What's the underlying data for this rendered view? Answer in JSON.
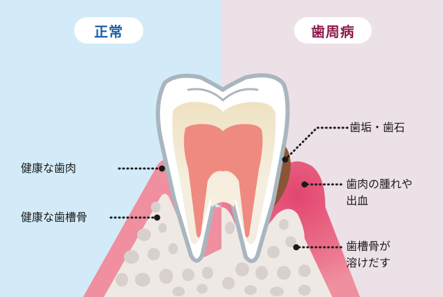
{
  "panels": {
    "normal": {
      "title": "正常",
      "background": "#d3ebf8",
      "title_color": "#1a5ea8"
    },
    "disease": {
      "title": "歯周病",
      "background": "#ede1e8",
      "title_color": "#8c1a4d"
    }
  },
  "labels": {
    "healthy_gum": "健康な歯肉",
    "healthy_bone": "健康な歯槽骨",
    "plaque_tartar": "歯垢・歯石",
    "gum_swelling_line1": "歯肉の腫れや",
    "gum_swelling_line2": "出血",
    "bone_loss_line1": "歯槽骨が",
    "bone_loss_line2": "溶けだす"
  },
  "colors": {
    "gum_healthy": "#ef8f9f",
    "gum_inflamed": "#e2456f",
    "bone": "#efe9e5",
    "bone_spots": "#d8d0cd",
    "tooth_outline": "#a9b6bf",
    "enamel": "#ffffff",
    "dentin": "#f1e6cd",
    "pulp": "#ef8a80",
    "tartar": "#8a5536",
    "leader": "#1a1a1a"
  }
}
